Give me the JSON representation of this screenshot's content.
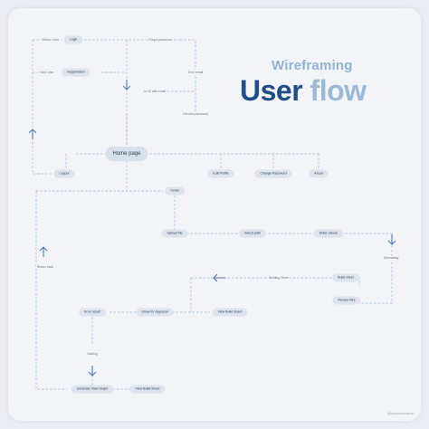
{
  "title": {
    "line1": "Wireframing",
    "line2a": "User",
    "line2b": "flow"
  },
  "credit": "@uxuiwireframe",
  "nodes": {
    "login": "Login",
    "registration": "Registration",
    "home": "Home page",
    "logout": "Logout",
    "edit_profile": "Edit Profile",
    "change_password": "Change Password",
    "about": "About",
    "home2": "Home",
    "upload_file": "Upload file",
    "select_path": "Select path",
    "enter_values": "Enter values",
    "build_sheet": "Build sheet",
    "review_files": "Review files",
    "show_for_approval": "Show for Approval",
    "view_build_sheet": "View Build Sheet",
    "error_result": "Error result",
    "generate_view_graph": "Generate View Graph",
    "view_build_sheet2": "View Build Sheet"
  },
  "labels": {
    "return_user": "Return User",
    "forgot_password": "Forgot password",
    "new_user": "New User",
    "error_email": "Error email",
    "no_id_with_email": "no ID with email",
    "get_new_password": "Get new password",
    "return_back": "Return back",
    "generating": "Generating",
    "building_sheet": "Building Sheet",
    "waiting": "Waiting"
  },
  "colors": {
    "line": "#9cb6d6",
    "arrow": "#4a7ab8",
    "node": "#dde4ee",
    "title_dark": "#1f4e8a",
    "title_light": "#8fb2d6"
  }
}
